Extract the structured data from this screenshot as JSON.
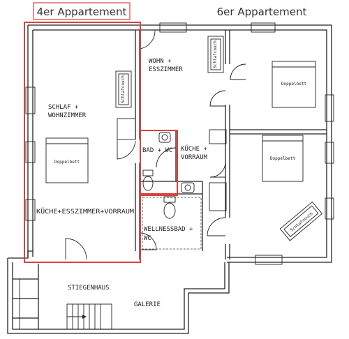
{
  "headings": {
    "apt4": "4er Appartement",
    "apt6": "6er Appartement"
  },
  "rooms": {
    "schlaf": "SCHLAF +",
    "wohnzimmer": "WOHNZIMMER",
    "kueche_4er": "KÜCHE+ESSZIMMER+VORRAUM",
    "bad_wc": "BAD + WC",
    "wohn": "WOHN +",
    "esszimmer": "ESSZIMMER",
    "kueche": "KÜCHE +",
    "vorraum": "VORRAUM",
    "wellnessbad": "WELLNESSBAD +",
    "wc": "WC",
    "stiegenhaus": "STIEGENHAUS",
    "galerie": "GALERIE"
  },
  "furniture": {
    "schlafcouch": "Schlafcouch",
    "doppelbett": "Doppelbett"
  },
  "colors": {
    "highlight": "#d9413f",
    "walls": "#222222"
  }
}
